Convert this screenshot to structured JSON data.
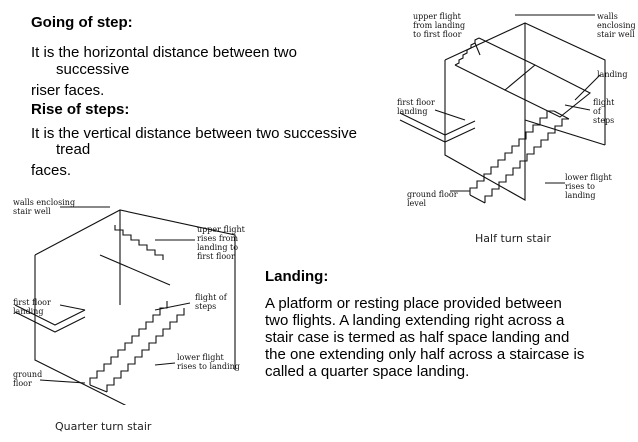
{
  "left_text": {
    "going_heading": "Going of step:",
    "going_line1": "It is the horizontal distance between two",
    "going_line2": "successive",
    "going_line3": "riser faces.",
    "rise_heading": "Rise of steps:",
    "rise_line1": "It is the vertical distance between two successive",
    "rise_line2": "tread",
    "rise_line3": "faces."
  },
  "landing": {
    "heading": "Landing:",
    "lines": [
      "A platform or resting place provided between",
      "two flights. A landing extending right across a",
      "stair case is termed as half space landing and",
      "the one extending only half across a staircase is",
      "called a quarter space landing."
    ]
  },
  "half_turn": {
    "caption": "Half turn stair",
    "labels": {
      "upper_flight": [
        "upper flight",
        "from landing",
        "to first floor"
      ],
      "walls": [
        "walls",
        "enclosing",
        "stair well"
      ],
      "landing": "landing",
      "first_floor": [
        "first floor",
        "landing"
      ],
      "flight": [
        "flight",
        "of",
        "steps"
      ],
      "lower_flight": [
        "lower flight",
        "rises to",
        "landing"
      ],
      "ground": [
        "ground floor",
        "level"
      ]
    }
  },
  "quarter_turn": {
    "caption": "Quarter turn stair",
    "labels": {
      "walls": [
        "walls enclosing",
        "stair well"
      ],
      "upper_flight": [
        "upper flight",
        "rises from",
        "landing to",
        "first floor"
      ],
      "first_floor": [
        "first floor",
        "landing"
      ],
      "flight": [
        "flight of",
        "steps"
      ],
      "ground": [
        "ground",
        "floor"
      ],
      "lower_flight": [
        "lower flight",
        "rises to landing"
      ]
    }
  }
}
